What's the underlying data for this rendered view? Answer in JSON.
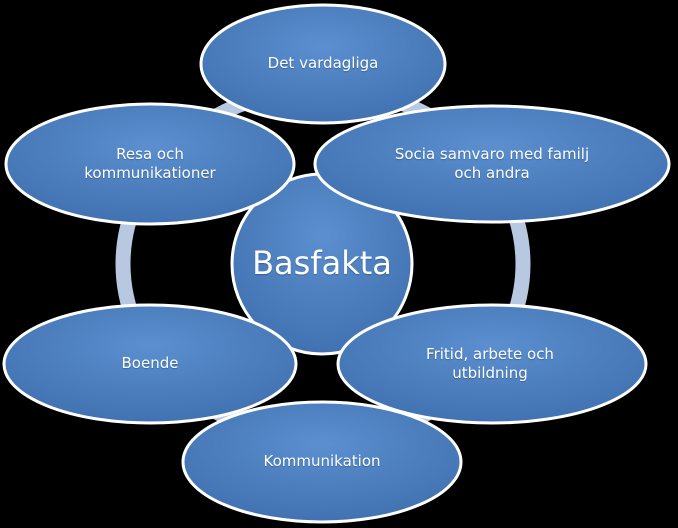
{
  "diagram": {
    "center": {
      "label": "Basfakta"
    },
    "nodes": [
      {
        "id": "det-vardagliga",
        "label": "Det vardagliga"
      },
      {
        "id": "socia-samvaro",
        "label": "Socia samvaro med familj och andra"
      },
      {
        "id": "fritid",
        "label": "Fritid, arbete och utbildning"
      },
      {
        "id": "kommunikation",
        "label": "Kommunikation"
      },
      {
        "id": "boende",
        "label": "Boende"
      },
      {
        "id": "resa",
        "label": "Resa och kommunikationer"
      }
    ]
  },
  "colors": {
    "background": "#000000",
    "node_fill": "#4f81bd",
    "node_stroke": "#ffffff",
    "ring": "#b8c8e1",
    "text": "#ffffff"
  }
}
